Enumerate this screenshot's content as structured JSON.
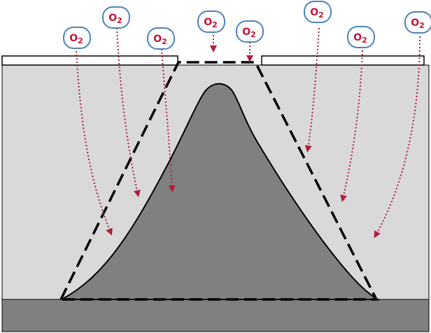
{
  "diagram": {
    "molecule": {
      "base": "O",
      "subscript": "2"
    },
    "colors": {
      "oxygen_text": "#c0143c",
      "bubble_border": "#4f81bd",
      "arrow": "#b01c3c",
      "chamber_fill": "#d9d9d9",
      "mound_fill": "#808080",
      "substrate_fill": "#808080",
      "outline": "#000000"
    },
    "molecules": [
      {
        "id": "o2-1"
      },
      {
        "id": "o2-2"
      },
      {
        "id": "o2-3"
      },
      {
        "id": "o2-4"
      },
      {
        "id": "o2-5"
      },
      {
        "id": "o2-6"
      },
      {
        "id": "o2-7"
      },
      {
        "id": "o2-8"
      }
    ]
  }
}
